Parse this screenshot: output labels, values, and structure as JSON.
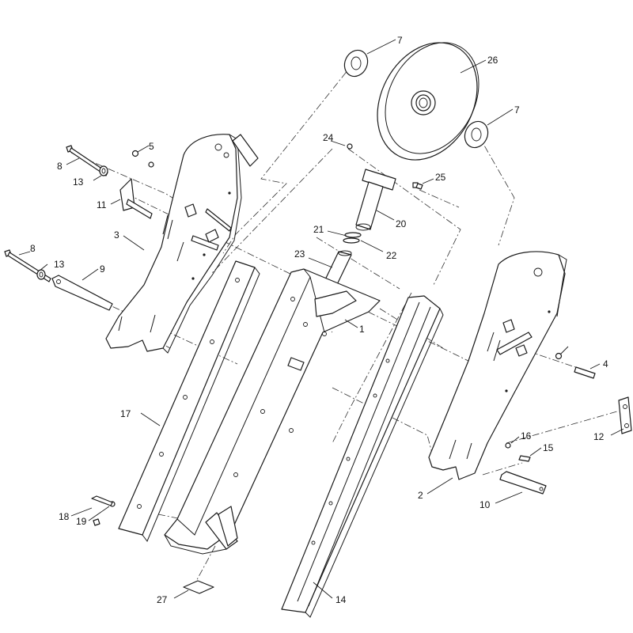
{
  "callouts": {
    "c1": "1",
    "c2": "2",
    "c3": "3",
    "c4": "4",
    "c5": "5",
    "c7a": "7",
    "c7b": "7",
    "c8a": "8",
    "c8b": "8",
    "c9": "9",
    "c10": "10",
    "c11": "11",
    "c12": "12",
    "c13a": "13",
    "c13b": "13",
    "c14": "14",
    "c15": "15",
    "c16": "16",
    "c17": "17",
    "c18": "18",
    "c19": "19",
    "c20": "20",
    "c21": "21",
    "c22": "22",
    "c23": "23",
    "c24": "24",
    "c25": "25",
    "c26": "26",
    "c27": "27"
  }
}
